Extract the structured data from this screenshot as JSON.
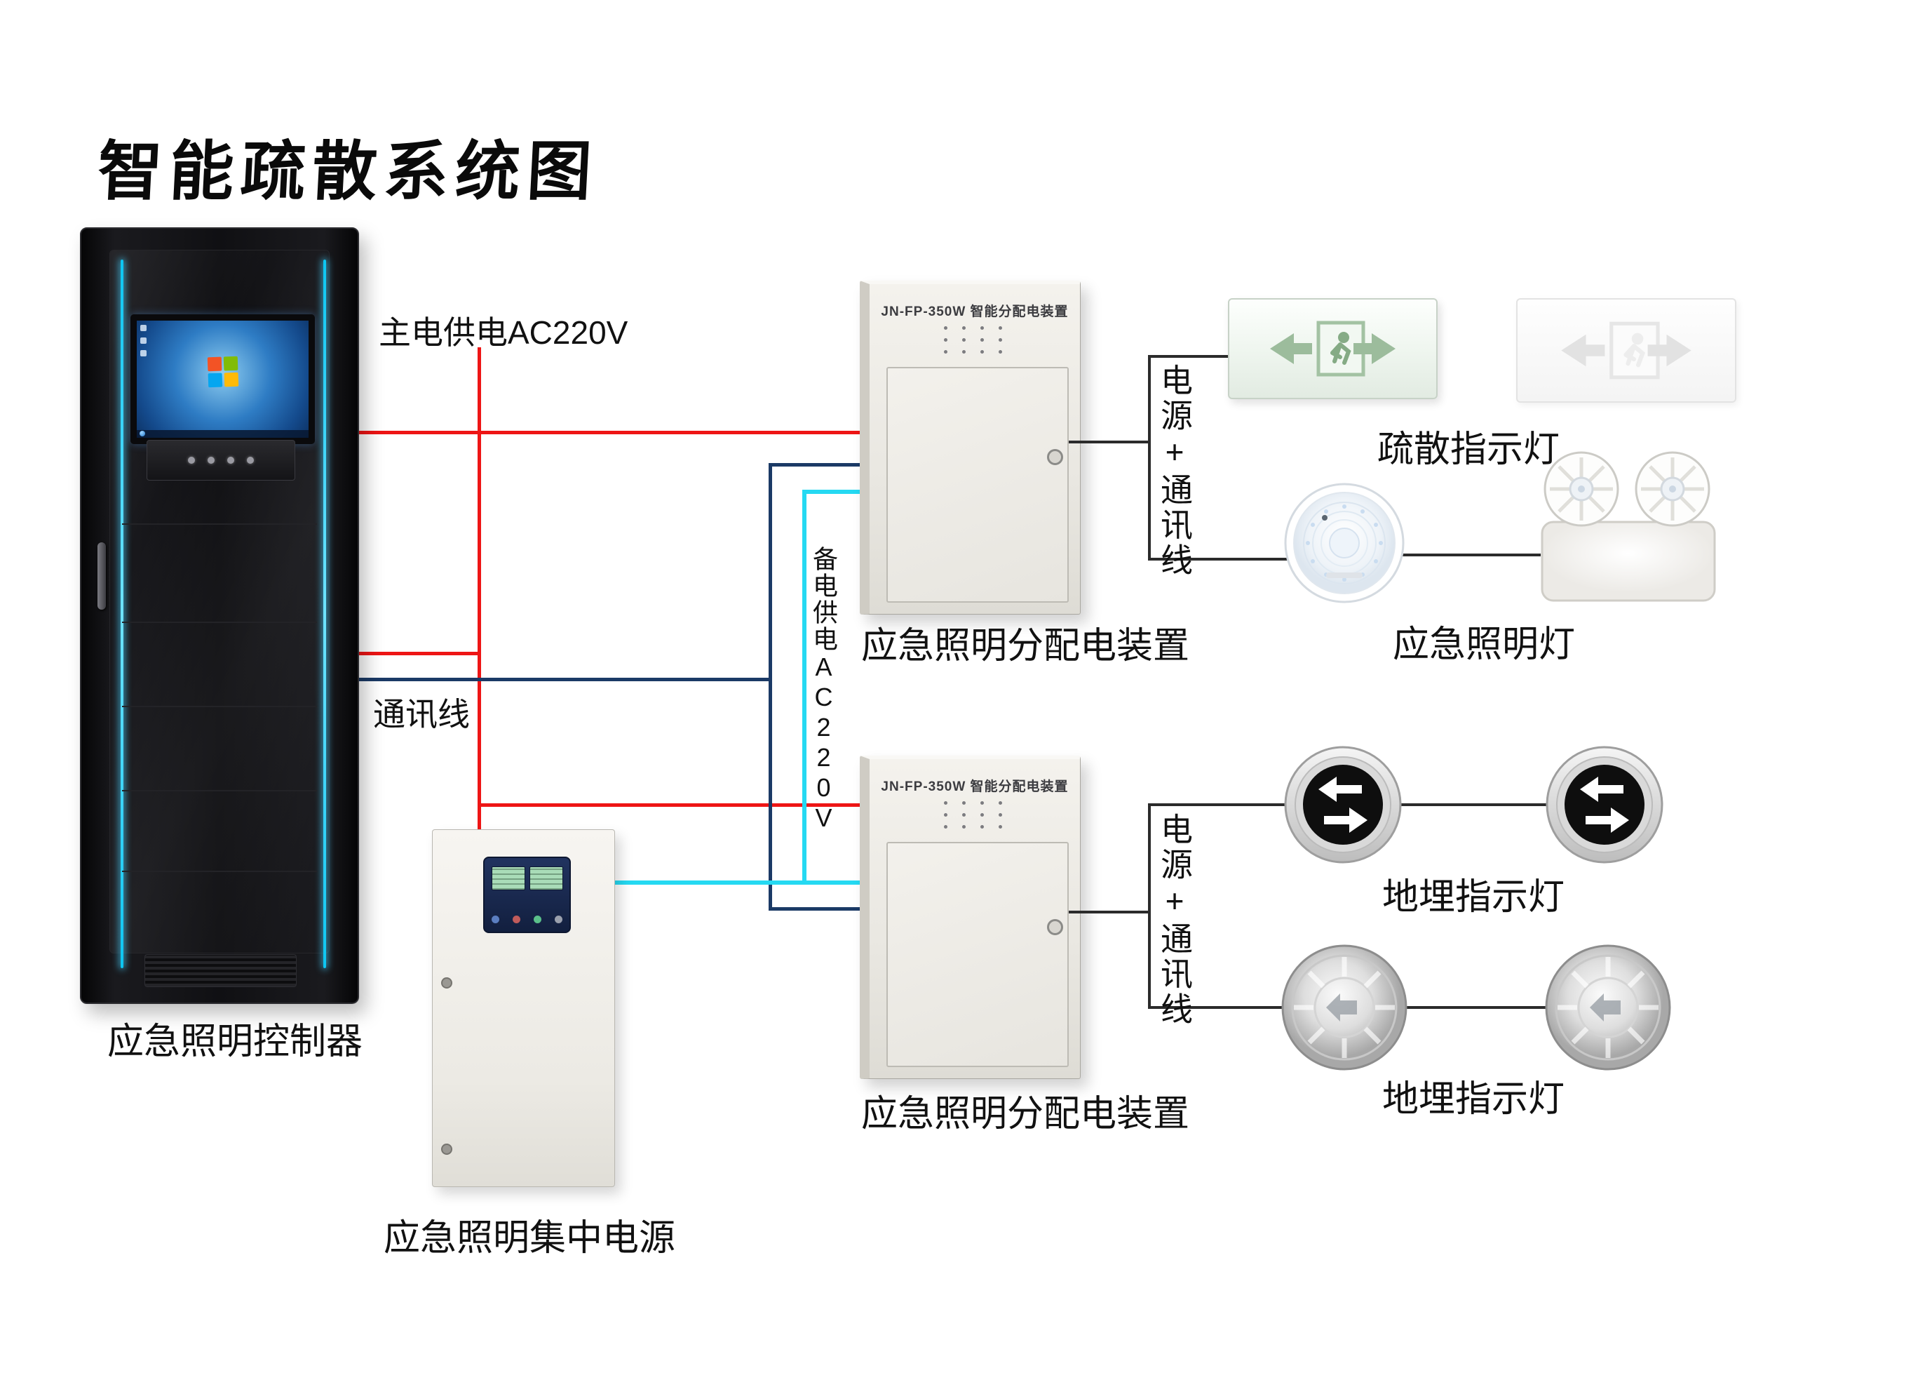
{
  "title": "智能疏散系统图",
  "cabinet": {
    "label": "应急照明控制器"
  },
  "psu": {
    "label": "应急照明集中电源"
  },
  "boxes": {
    "model_title": "JN-FP-350W 智能分配电装置",
    "box1_label": "应急照明分配电装置",
    "box2_label": "应急照明分配电装置"
  },
  "lines": {
    "main_power_label": "主电供电AC220V",
    "comm_label": "通讯线",
    "backup_power_label": "备电供电AC220V",
    "power_comm_label_1": "电源+通讯线",
    "power_comm_label_2": "电源+通讯线"
  },
  "devices": {
    "exit_sign_label": "疏散指示灯",
    "emergency_light_label": "应急照明灯",
    "ground_light_label_1": "地埋指示灯",
    "ground_light_label_2": "地埋指示灯"
  },
  "colors": {
    "main_power": "#ee1515",
    "comm": "#1b3a66",
    "backup_power": "#25d9f2",
    "connector": "#2b2b2b"
  }
}
